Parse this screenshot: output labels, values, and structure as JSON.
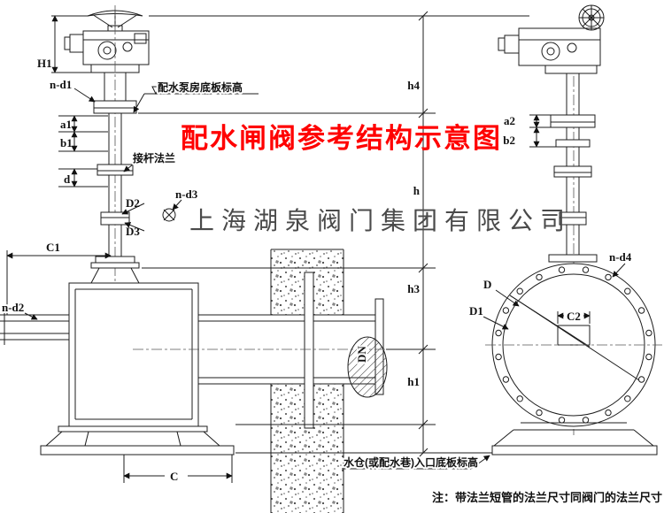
{
  "title": "配水闸阀参考结构示意图",
  "watermark": "上海湖泉阀门集团有限公司",
  "note": "注：带法兰短管的法兰尺寸同阀门的法兰尺寸",
  "annotations": {
    "pump_house_floor_level": "配水泵房底板标高",
    "stem_extension_flange": "接杆法兰",
    "inlet_floor_level": "水仓(或配水巷)入口底板标高"
  },
  "dimensions": {
    "H1": "H1",
    "n_d1": "n-d1",
    "a1": "a1",
    "b1": "b1",
    "d": "d",
    "D2": "D2",
    "D3": "D3",
    "n_d3": "n-d3",
    "C1": "C1",
    "n_d2": "n-d2",
    "DN": "DN",
    "C": "C",
    "h4": "h4",
    "h": "h",
    "h3": "h3",
    "h1": "h1",
    "a2": "a2",
    "b2": "b2",
    "n_d4": "n-d4",
    "D": "D",
    "D1": "D1",
    "C2": "C2"
  },
  "colors": {
    "title_red": "#ff0000",
    "watermark_gray": "#4a4a4a",
    "line_black": "#1c1c1c"
  }
}
